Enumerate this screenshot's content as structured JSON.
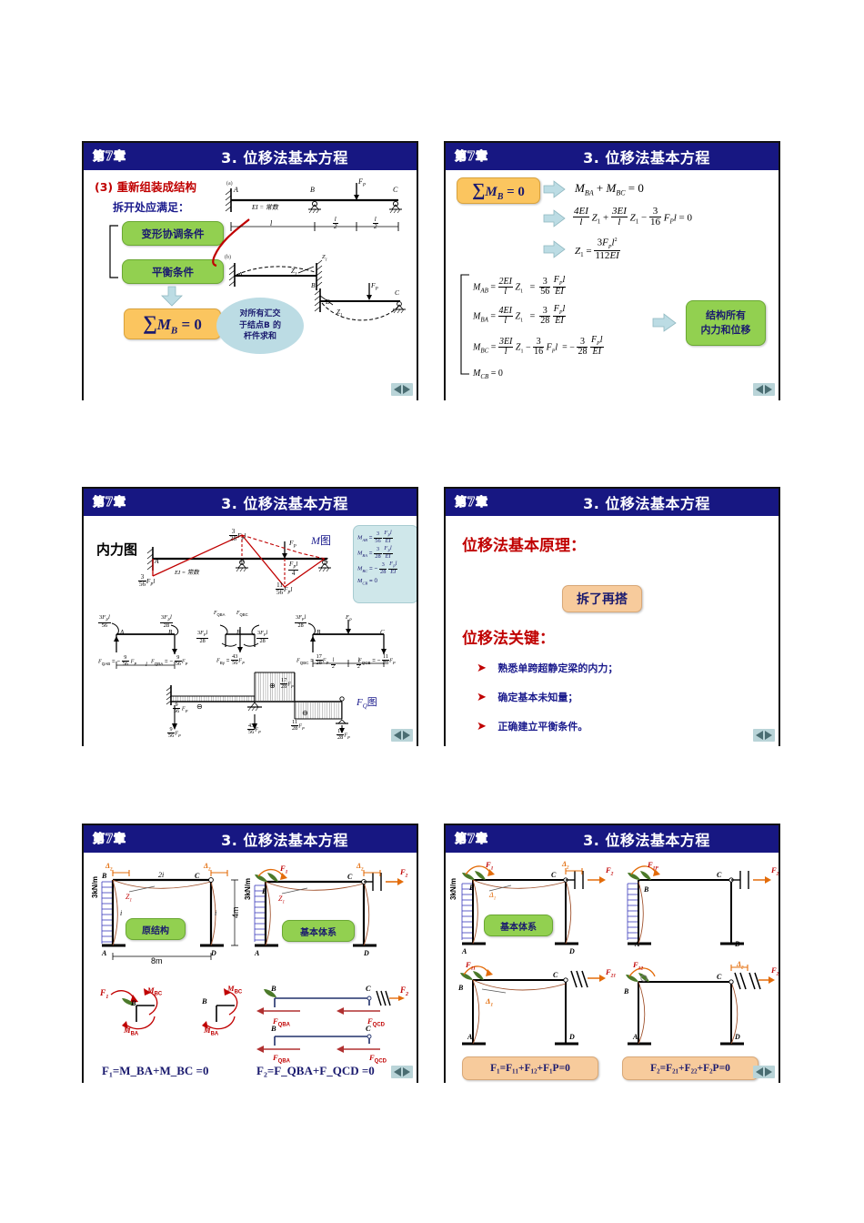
{
  "document": {
    "type": "lecture-handout",
    "layout": "2 columns x 3 rows of slides",
    "slide_count": 6,
    "background_color": "#ffffff",
    "header_color": "#171782",
    "accent_green": "#92d050",
    "accent_orange": "#fbc55f",
    "accent_peach": "#f7cb9c",
    "accent_cyan": "#cfe7ea"
  },
  "common": {
    "chapter": "第7章",
    "title": "3. 位移法基本方程",
    "nav_prev": "◀",
    "nav_next": "▶"
  },
  "slides": [
    {
      "id": "slide-1",
      "heading": "(3) 重新组装成结构",
      "subheading": "拆开处应满足：",
      "label_a": "(a)",
      "label_b": "(b)",
      "green_boxes": [
        "变形协调条件",
        "平衡条件"
      ],
      "orange_formula": "∑M_B = 0",
      "callout": "对所有汇交于结点B的杆件求和",
      "callout_lines": [
        "对所有汇交",
        "于结点B 的",
        "杆件求和"
      ],
      "beam": {
        "nodes": [
          "A",
          "B",
          "C"
        ],
        "note": "EI = 常数",
        "load": "F_P",
        "spans": [
          "l",
          "l/2",
          "l/2"
        ],
        "rotation": "Z1"
      }
    },
    {
      "id": "slide-2",
      "orange_formula": "∑M_B = 0",
      "steps": [
        "M_BA + M_BC = 0",
        "(4EI/l)Z1 + (3EI/l)Z1 − (3/16)F_P l = 0",
        "Z1 = 3F_P l² / (112EI)"
      ],
      "results": [
        {
          "lhs": "M_AB",
          "mid": "(2EI/l) Z1",
          "rhs": "(3/56)(F_P l / EI)"
        },
        {
          "lhs": "M_BA",
          "mid": "(4EI/l) Z1",
          "rhs": "(3/28)(F_P l / EI)"
        },
        {
          "lhs": "M_BC",
          "mid": "(3EI/l) Z1 − (3/16) F_P l",
          "rhs": "−(3/28)(F_P l / EI)"
        },
        {
          "lhs": "M_CB",
          "mid": "0",
          "rhs": ""
        }
      ],
      "green_box_lines": [
        "结构所有",
        "内力和位移"
      ]
    },
    {
      "id": "slide-3",
      "heading": "内力图",
      "m_diagram_label": "M 图",
      "fq_diagram_label": "F_Q 图",
      "beam_note": "EI = 常数",
      "beam_nodes": [
        "A",
        "B",
        "C"
      ],
      "beam_load": "F_P",
      "m_values": [
        "3/28 F_P l",
        "3/56 F_P l",
        "11/56 F_P l",
        "F_P l / 4"
      ],
      "cyan_box": [
        "M_AB = (3/56)(F_P l / EI)",
        "M_BA = (3/28)(F_P l / EI)",
        "M_BC = −(3/28)(F_P l / EI)",
        "M_CB = 0"
      ],
      "free_bodies": [
        {
          "moments": [
            "3F_P l / 56",
            "3F_P l / 28"
          ],
          "shears": [
            "F_QAB = −(9/56) F_P",
            "F_QBA = −(9/56) F_P"
          ],
          "span": "l",
          "nodes": [
            "A",
            "B"
          ]
        },
        {
          "moments": [
            "3F_P l / 28",
            "3F_P l / 28"
          ],
          "shears": [
            "F_Bx = (43/56) F_P"
          ],
          "labels": [
            "F_QBA",
            "F_QBC"
          ],
          "nodes": [
            "B"
          ]
        },
        {
          "moments": [
            "3F_P l / 28"
          ],
          "shears": [
            "F_QBC = (17/28) F_P",
            "F_QCB = −(11/28) F_P"
          ],
          "spans": [
            "l/2",
            "l/2"
          ],
          "nodes": [
            "B",
            "C"
          ]
        }
      ],
      "fq_values": [
        "9/56 F_P",
        "17/28 F_P",
        "43/56 F_P",
        "11/28 F_P"
      ],
      "signs": [
        "⊖",
        "⊕",
        "⊖"
      ]
    },
    {
      "id": "slide-4",
      "line1": "位移法基本原理：",
      "highlight_box": "拆了再搭",
      "line2": "位移法关键：",
      "bullets": [
        "熟悉单跨超静定梁的内力；",
        "确定基本未知量；",
        "正确建立平衡条件。"
      ],
      "bullet_emphasis": "基本未知量"
    },
    {
      "id": "slide-5",
      "frames": [
        {
          "label": "原结构",
          "nodes": [
            "A",
            "B",
            "C",
            "D"
          ],
          "load": "3kN/m",
          "beam_stiffness": "2i",
          "col_stiffness": "i",
          "span": "8m",
          "height": "4m",
          "disp": [
            "Δ2",
            "Z1"
          ]
        },
        {
          "label": "基本体系",
          "nodes": [
            "A",
            "B",
            "C",
            "D"
          ],
          "load": "3kN/m",
          "forces": [
            "F1",
            "F2"
          ],
          "disp": [
            "Δ2",
            "Z1"
          ]
        }
      ],
      "fbd_left_labels": [
        "F1",
        "B",
        "M_BC",
        "M_BA",
        "B",
        "M_BC",
        "M_BA"
      ],
      "fbd_right_labels": [
        "B",
        "C",
        "F2",
        "F_QBA",
        "F_QCD",
        "B",
        "C",
        "F_QBA",
        "F_QCD"
      ],
      "equations": [
        "F₁=M_BA+M_BC =0",
        "F₂=F_QBA+F_QCD =0"
      ]
    },
    {
      "id": "slide-6",
      "frames": [
        {
          "label": "基本体系",
          "nodes": [
            "A",
            "B",
            "C",
            "D"
          ],
          "load": "3kN/m",
          "forces": [
            "F1",
            "F2"
          ],
          "disp": [
            "Δ1",
            "Δ2"
          ]
        },
        {
          "label": "",
          "nodes": [
            "A",
            "B",
            "C",
            "D"
          ],
          "load": "3kN/m",
          "forces": [
            "F1P",
            "F2P"
          ]
        },
        {
          "label": "",
          "nodes": [
            "A",
            "B",
            "C",
            "D"
          ],
          "forces": [
            "F11",
            "F21"
          ],
          "disp": [
            "Δ1"
          ]
        },
        {
          "label": "",
          "nodes": [
            "A",
            "B",
            "C",
            "D"
          ],
          "forces": [
            "F12",
            "F22"
          ],
          "disp": [
            "Δ2"
          ]
        }
      ],
      "equations": [
        "F₁=F₁₁+F₁₂+F₁P=0",
        "F₂=F₂₁+F₂₂+F₂P=0"
      ]
    }
  ]
}
